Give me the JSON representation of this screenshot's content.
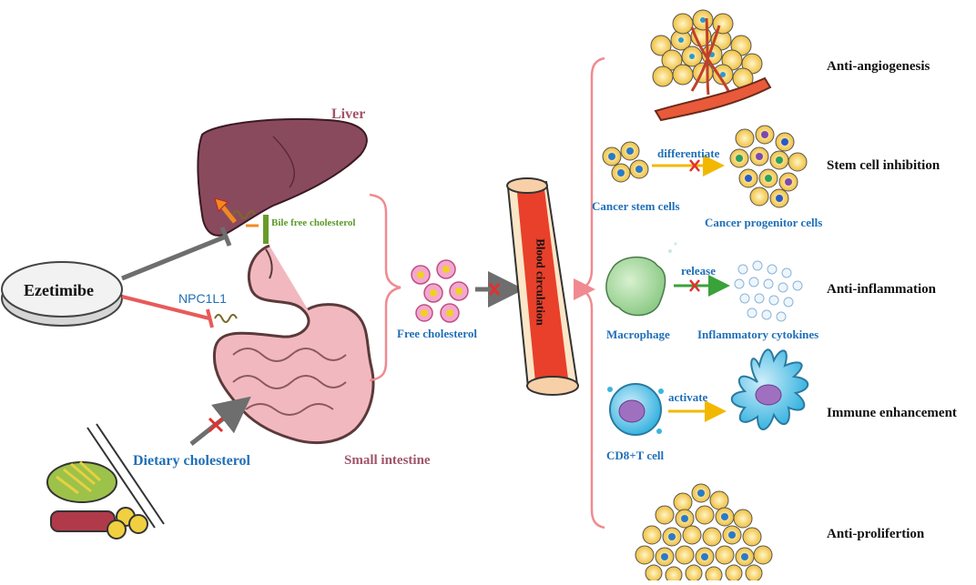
{
  "labels": {
    "liver": "Liver",
    "bile_free_cholesterol": "Bile free cholesterol",
    "ezetimibe": "Ezetimibe",
    "npc1l1": "NPC1L1",
    "free_cholesterol": "Free cholesterol",
    "blood_circulation": "Blood circulation",
    "dietary_cholesterol": "Dietary cholesterol",
    "small_intestine": "Small intestine"
  },
  "effects": {
    "anti_angiogenesis": "Anti-angiogenesis",
    "stem_cell_inhibition": "Stem cell inhibition",
    "anti_inflammation": "Anti-inflammation",
    "immune_enhancement": "Immune enhancement",
    "anti_proliferation": "Anti-prolifertion"
  },
  "sub_labels": {
    "differentiate": "differentiate",
    "cancer_stem_cells": "Cancer stem cells",
    "cancer_progenitor_cells": "Cancer progenitor cells",
    "release": "release",
    "macrophage": "Macrophage",
    "inflammatory_cytokines": "Inflammatory cytokines",
    "activate": "activate",
    "cd8_t_cell": "CD8+T cell"
  },
  "colors": {
    "label_blue": "#1f6fb8",
    "label_mauve": "#a0546a",
    "liver": "#8a4a5e",
    "intestine": "#f2b8c0",
    "bracket": "#f08a90",
    "vessel_red": "#e8402a",
    "inhibit_red": "#e23030",
    "arrow_gray": "#6e6e6e",
    "arrow_yellow": "#f2b800",
    "arrow_green": "#3aa23a"
  },
  "icons": [
    "liver-icon",
    "intestine-icon",
    "ezetimibe-tablet-icon",
    "food-plate-icon",
    "blood-vessel-icon",
    "tumor-vessel-icon",
    "cell-cluster-icon",
    "macrophage-icon",
    "cd8-t-cell-icon",
    "dendritic-cell-icon"
  ]
}
